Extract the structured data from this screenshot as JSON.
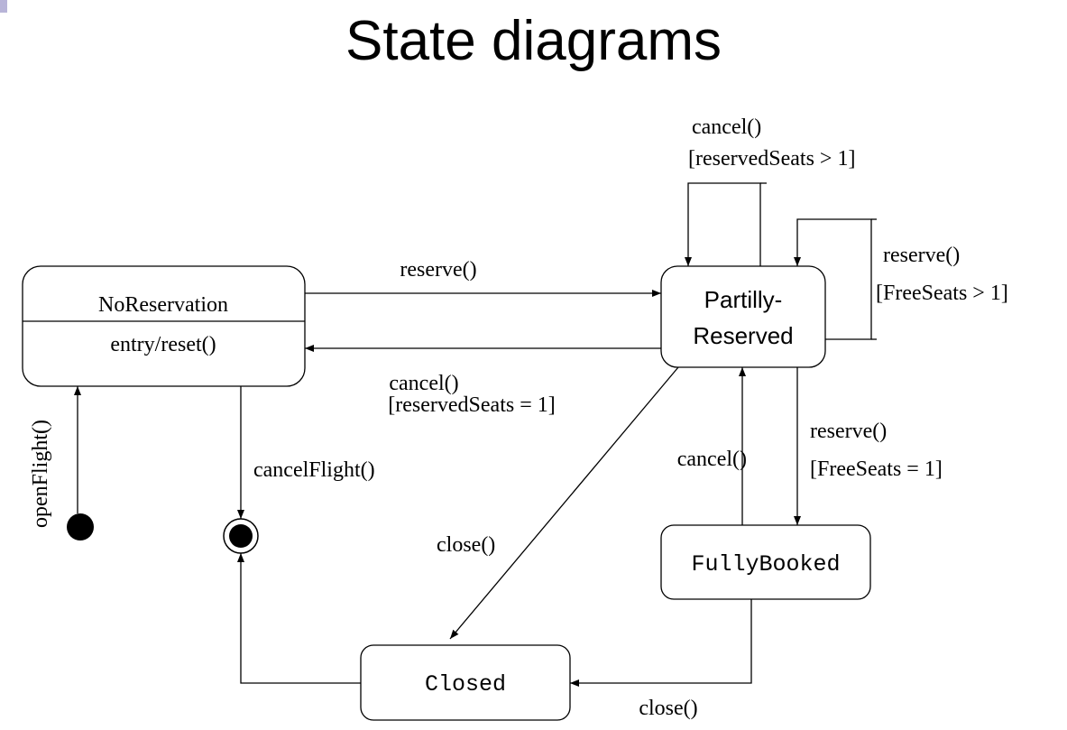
{
  "title": "State diagrams",
  "states": {
    "no_reservation": {
      "name": "NoReservation",
      "entry_action": "entry/reset()"
    },
    "partially_reserved": {
      "line1": "Partilly-",
      "line2": "Reserved"
    },
    "fully_booked": {
      "name": "FullyBooked"
    },
    "closed": {
      "name": "Closed"
    }
  },
  "transitions": {
    "reserve_from_no_reservation": {
      "event": "reserve()"
    },
    "cancel_to_no_reservation": {
      "event": "cancel()",
      "guard": "[reservedSeats = 1]"
    },
    "cancel_self_loop": {
      "event": "cancel()",
      "guard": "[reservedSeats > 1]"
    },
    "reserve_self_loop": {
      "event": "reserve()",
      "guard": "[FreeSeats > 1]"
    },
    "reserve_to_fully_booked": {
      "event": "reserve()",
      "guard": "[FreeSeats = 1]"
    },
    "cancel_from_fully_booked": {
      "event": "cancel()"
    },
    "close_from_partially_reserved": {
      "event": "close()"
    },
    "close_from_fully_booked": {
      "event": "close()"
    },
    "open_flight": {
      "event": "openFlight()"
    },
    "cancel_flight": {
      "event": "cancelFlight()"
    }
  }
}
